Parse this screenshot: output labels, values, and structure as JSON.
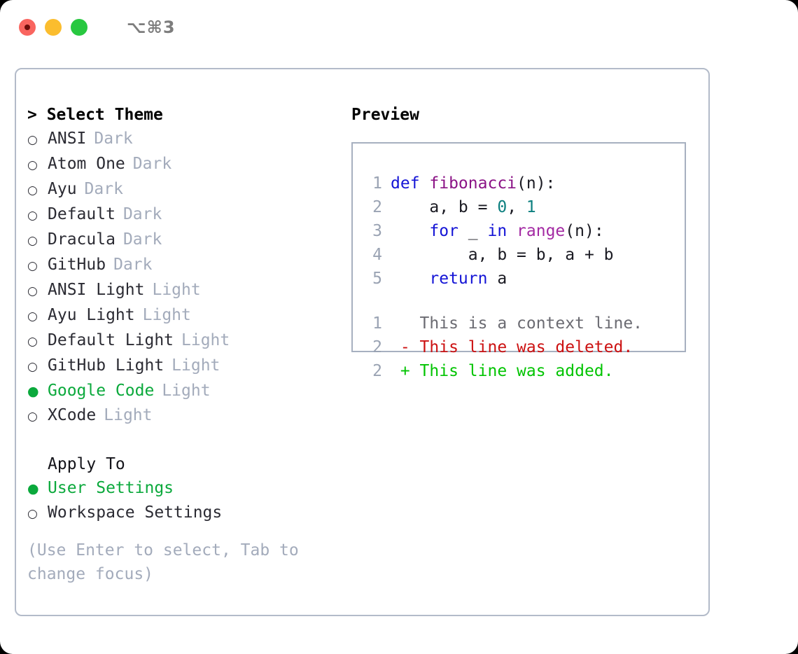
{
  "window": {
    "shortcut": "⌥⌘3",
    "lights": [
      {
        "name": "close",
        "color": "#f9655f"
      },
      {
        "name": "minimize",
        "color": "#fbbd2e"
      },
      {
        "name": "zoom",
        "color": "#28c840"
      }
    ]
  },
  "theme_picker": {
    "header": "> Select Theme",
    "items": [
      {
        "marker": "○",
        "name": "ANSI",
        "tag": "Dark",
        "selected": false
      },
      {
        "marker": "○",
        "name": "Atom One",
        "tag": "Dark",
        "selected": false
      },
      {
        "marker": "○",
        "name": "Ayu",
        "tag": "Dark",
        "selected": false
      },
      {
        "marker": "○",
        "name": "Default",
        "tag": "Dark",
        "selected": false
      },
      {
        "marker": "○",
        "name": "Dracula",
        "tag": "Dark",
        "selected": false
      },
      {
        "marker": "○",
        "name": "GitHub",
        "tag": "Dark",
        "selected": false
      },
      {
        "marker": "○",
        "name": "ANSI Light",
        "tag": "Light",
        "selected": false
      },
      {
        "marker": "○",
        "name": "Ayu Light",
        "tag": "Light",
        "selected": false
      },
      {
        "marker": "○",
        "name": "Default Light",
        "tag": "Light",
        "selected": false
      },
      {
        "marker": "○",
        "name": "GitHub Light",
        "tag": "Light",
        "selected": false
      },
      {
        "marker": "●",
        "name": "Google Code",
        "tag": "Light",
        "selected": true
      },
      {
        "marker": "○",
        "name": "XCode",
        "tag": "Light",
        "selected": false
      }
    ]
  },
  "apply_to": {
    "header": "Apply To",
    "items": [
      {
        "marker": "●",
        "name": "User Settings",
        "selected": true
      },
      {
        "marker": "○",
        "name": "Workspace Settings",
        "selected": false
      }
    ]
  },
  "hint": "(Use Enter to select, Tab to change focus)",
  "preview": {
    "header": "Preview",
    "code_lines": [
      {
        "ln": "1",
        "tokens": [
          {
            "t": "def ",
            "c": "tok-kw"
          },
          {
            "t": "fibonacci",
            "c": "tok-fn"
          },
          {
            "t": "(n):",
            "c": "tok-txt"
          }
        ]
      },
      {
        "ln": "2",
        "tokens": [
          {
            "t": "    a, b = ",
            "c": "tok-txt"
          },
          {
            "t": "0",
            "c": "tok-num"
          },
          {
            "t": ", ",
            "c": "tok-txt"
          },
          {
            "t": "1",
            "c": "tok-num"
          }
        ]
      },
      {
        "ln": "3",
        "tokens": [
          {
            "t": "    ",
            "c": "tok-txt"
          },
          {
            "t": "for",
            "c": "tok-kw"
          },
          {
            "t": " _ ",
            "c": "tok-txt"
          },
          {
            "t": "in",
            "c": "tok-kw"
          },
          {
            "t": " ",
            "c": "tok-txt"
          },
          {
            "t": "range",
            "c": "tok-fn2"
          },
          {
            "t": "(n):",
            "c": "tok-txt"
          }
        ]
      },
      {
        "ln": "4",
        "tokens": [
          {
            "t": "        a, b = b, a + b",
            "c": "tok-txt"
          }
        ]
      },
      {
        "ln": "5",
        "tokens": [
          {
            "t": "    ",
            "c": "tok-txt"
          },
          {
            "t": "return",
            "c": "tok-kw"
          },
          {
            "t": " a",
            "c": "tok-txt"
          }
        ]
      }
    ],
    "diff_lines": [
      {
        "ln": "1",
        "tokens": [
          {
            "t": "   This is a context line.",
            "c": "diff-ctx"
          }
        ]
      },
      {
        "ln": "2",
        "tokens": [
          {
            "t": " - This line was deleted.",
            "c": "diff-del"
          }
        ]
      },
      {
        "ln": "2",
        "tokens": [
          {
            "t": " + This line was added.",
            "c": "diff-add"
          }
        ]
      }
    ]
  }
}
